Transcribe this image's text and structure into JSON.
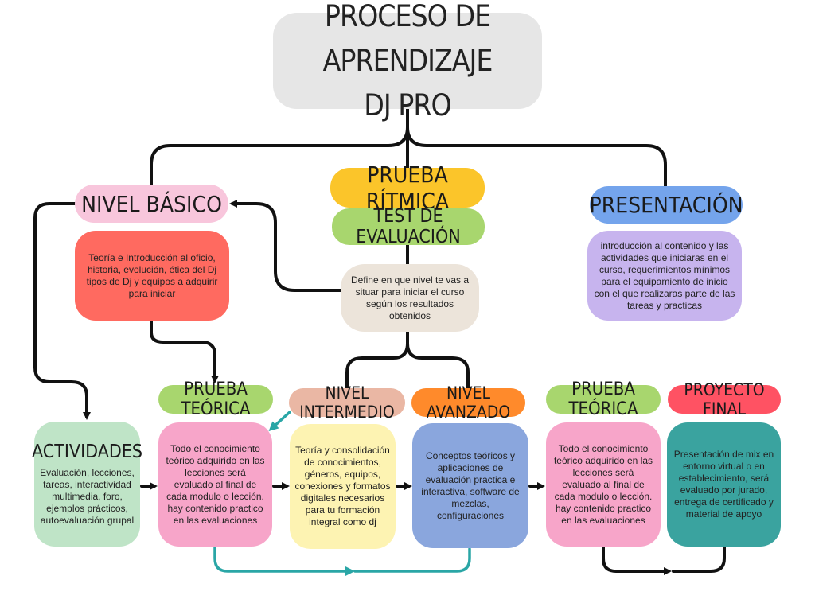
{
  "main_title": {
    "line1": "PROCESO DE APRENDIZAJE",
    "line2": "DJ PRO"
  },
  "nodes": {
    "nivel_basico": {
      "label": "NIVEL BÁSICO",
      "text": "Teoría e Introducción al oficio, historia, evolución, ética del Dj tipos de Dj y equipos a adquirir para iniciar"
    },
    "prueba_ritmica": {
      "label": "PRUEBA RÍTMICA"
    },
    "test_evaluacion": {
      "label": "TEST DE EVALUACIÓN"
    },
    "define": {
      "text": "Define en que nivel te vas a situar para iniciar el curso según los resultados obtenidos"
    },
    "presentacion": {
      "label": "PRESENTACIÓN",
      "text": "introducción al contenido y las actividades que iniciaras en el curso, requerimientos mínimos para el equipamiento de inicio con el que realizaras parte de las tareas y practicas"
    },
    "actividades": {
      "label": "ACTIVIDADES",
      "text": "Evaluación, lecciones, tareas, interactividad multimedia, foro, ejemplos prácticos, autoevaluación grupal"
    },
    "prueba_teorica_1": {
      "label": "PRUEBA  TEÓRICA",
      "text": "Todo el conocimiento teórico adquirido en las lecciones será evaluado al final de cada modulo o lección. hay contenido practico en las evaluaciones"
    },
    "nivel_intermedio": {
      "label": "NIVEL INTERMEDIO",
      "text": "Teoría y consolidación de conocimientos, géneros, equipos, conexiones y formatos digitales necesarios para tu formación integral como dj"
    },
    "nivel_avanzado": {
      "label": "NIVEL AVANZADO",
      "text": "Conceptos teóricos y aplicaciones de evaluación practica e interactiva, software de mezclas, configuraciones"
    },
    "prueba_teorica_2": {
      "label": "PRUEBA TEÓRICA",
      "text": "Todo el conocimiento teórico adquirido en las lecciones será evaluado al final de cada modulo o lección. hay contenido practico en las evaluaciones"
    },
    "proyecto_final": {
      "label": "PROYECTO FINAL",
      "text": "Presentación de mix en entorno virtual o en establecimiento, será evaluado por jurado, entrega de certificado y material de apoyo"
    }
  },
  "colors": {
    "connector": "#111111",
    "teal_connector": "#2aa6a6",
    "title_bg": "#e6e6e6",
    "basico": "#f8c6dc",
    "ritmica": "#fbc52a",
    "test": "#a8d66e",
    "presentacion": "#74a4ec",
    "basico_box": "#ff6a60",
    "define_box": "#ece4da",
    "presentacion_box": "#c7b4ee",
    "actividades_box": "#bfe4c7",
    "prueba_teorica": "#f7a5c9",
    "intermedio_label": "#eab7a4",
    "intermedio_box": "#fdf3b2",
    "avanzado_label": "#ff8a2b",
    "avanzado_box": "#8aa6dd",
    "proyecto_label": "#ff5263",
    "proyecto_box": "#3aa39f"
  }
}
